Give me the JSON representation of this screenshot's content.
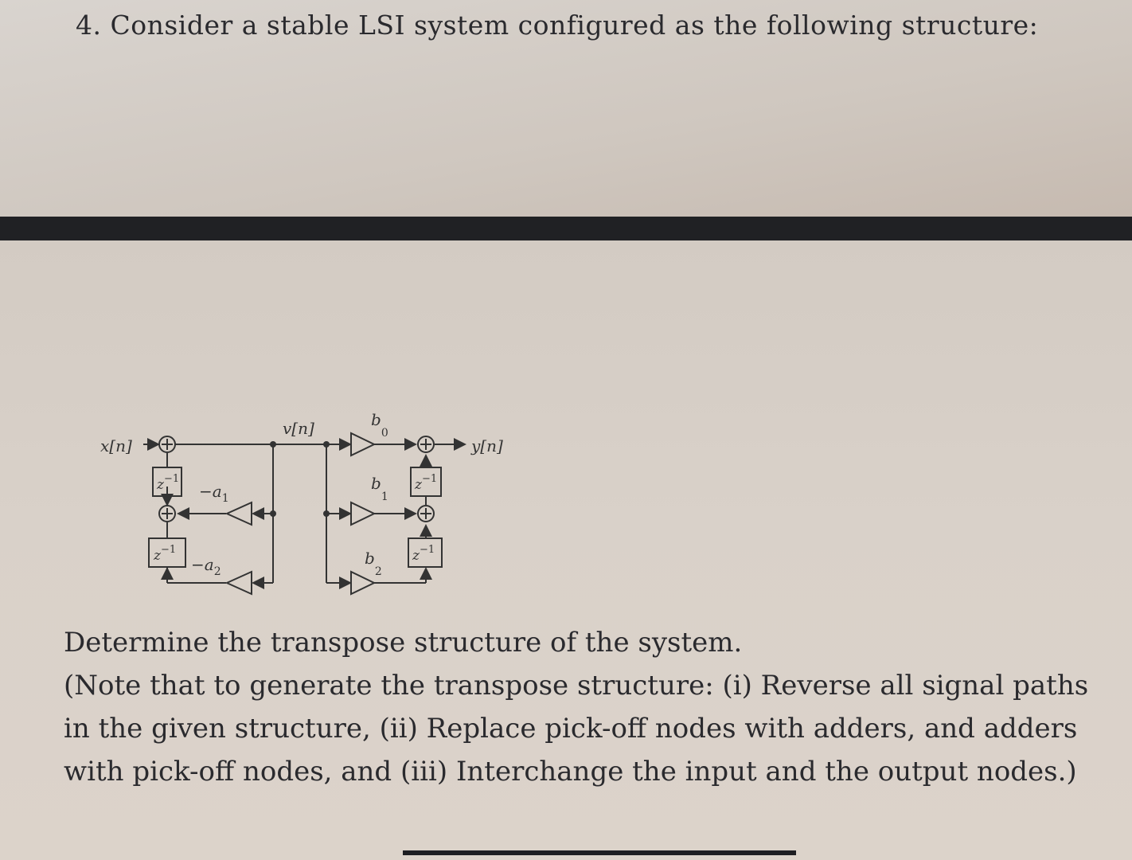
{
  "question": {
    "title": "4. Consider a stable LSI system configured as the following structure:"
  },
  "diagram": {
    "input_label": "x[n]",
    "output_label": "y[n]",
    "node_label": "v[n]",
    "delay_label": "z",
    "delay_exponent": "−1",
    "feedback": [
      {
        "coef": "−a",
        "sub": "1"
      },
      {
        "coef": "−a",
        "sub": "2"
      }
    ],
    "feedforward": [
      {
        "coef": "b",
        "sub": "0"
      },
      {
        "coef": "b",
        "sub": "1"
      },
      {
        "coef": "b",
        "sub": "2"
      }
    ]
  },
  "prompt": {
    "line1": "Determine the transpose structure of the system.",
    "line2": "(Note that to generate the transpose structure: (i) Reverse all signal paths in the given structure, (ii) Replace pick-off nodes with adders, and adders with pick-off nodes, and (iii) Interchange the input and the output nodes.)"
  }
}
